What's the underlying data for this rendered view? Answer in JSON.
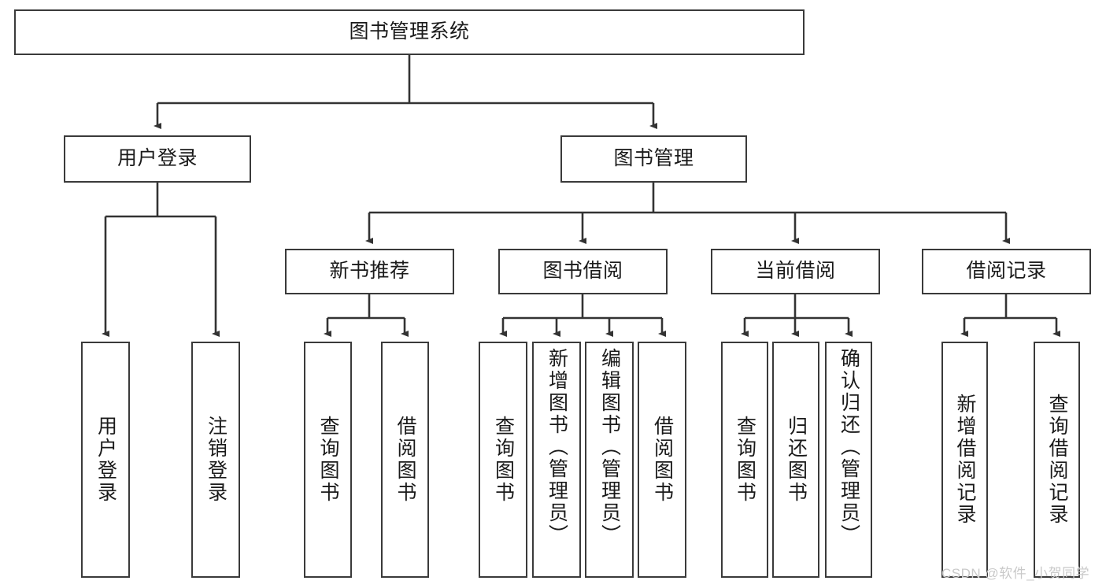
{
  "diagram": {
    "title": "图书管理系统",
    "type": "hierarchy-tree",
    "watermark": "CSDN @软件_小贺同学",
    "colors": {
      "box_border": "#3a3a3a",
      "box_fill": "#ffffff",
      "edge": "#333333",
      "text": "#1a1a1a",
      "watermark": "#c9c9c9"
    },
    "levels": [
      {
        "level": 0,
        "nodes": [
          {
            "id": "root",
            "label": "图书管理系统",
            "orientation": "horizontal"
          }
        ]
      },
      {
        "level": 1,
        "nodes": [
          {
            "id": "login",
            "label": "用户登录",
            "orientation": "horizontal",
            "parent": "root"
          },
          {
            "id": "bookmgmt",
            "label": "图书管理",
            "orientation": "horizontal",
            "parent": "root"
          }
        ]
      },
      {
        "level": 2,
        "nodes": [
          {
            "id": "newbook",
            "label": "新书推荐",
            "orientation": "horizontal",
            "parent": "bookmgmt"
          },
          {
            "id": "borrow",
            "label": "图书借阅",
            "orientation": "horizontal",
            "parent": "bookmgmt"
          },
          {
            "id": "current",
            "label": "当前借阅",
            "orientation": "horizontal",
            "parent": "bookmgmt"
          },
          {
            "id": "records",
            "label": "借阅记录",
            "orientation": "horizontal",
            "parent": "bookmgmt"
          }
        ]
      },
      {
        "level": 3,
        "nodes": [
          {
            "id": "leaf1",
            "label": "用户登录",
            "orientation": "vertical",
            "parent": "login"
          },
          {
            "id": "leaf2",
            "label": "注销登录",
            "orientation": "vertical",
            "parent": "login"
          },
          {
            "id": "leaf3",
            "label": "查询图书",
            "orientation": "vertical",
            "parent": "newbook"
          },
          {
            "id": "leaf4",
            "label": "借阅图书",
            "orientation": "vertical",
            "parent": "newbook"
          },
          {
            "id": "leaf5",
            "label": "查询图书",
            "orientation": "vertical",
            "parent": "borrow"
          },
          {
            "id": "leaf6",
            "label": "新增图书（管理员）",
            "orientation": "vertical",
            "parent": "borrow"
          },
          {
            "id": "leaf7",
            "label": "编辑图书（管理员）",
            "orientation": "vertical",
            "parent": "borrow"
          },
          {
            "id": "leaf8",
            "label": "借阅图书",
            "orientation": "vertical",
            "parent": "borrow"
          },
          {
            "id": "leaf9",
            "label": "查询图书",
            "orientation": "vertical",
            "parent": "current"
          },
          {
            "id": "leaf10",
            "label": "归还图书",
            "orientation": "vertical",
            "parent": "current"
          },
          {
            "id": "leaf11",
            "label": "确认归还（管理员）",
            "orientation": "vertical",
            "parent": "current"
          },
          {
            "id": "leaf12",
            "label": "新增借阅记录",
            "orientation": "vertical",
            "parent": "records"
          },
          {
            "id": "leaf13",
            "label": "查询借阅记录",
            "orientation": "vertical",
            "parent": "records"
          }
        ]
      }
    ]
  }
}
